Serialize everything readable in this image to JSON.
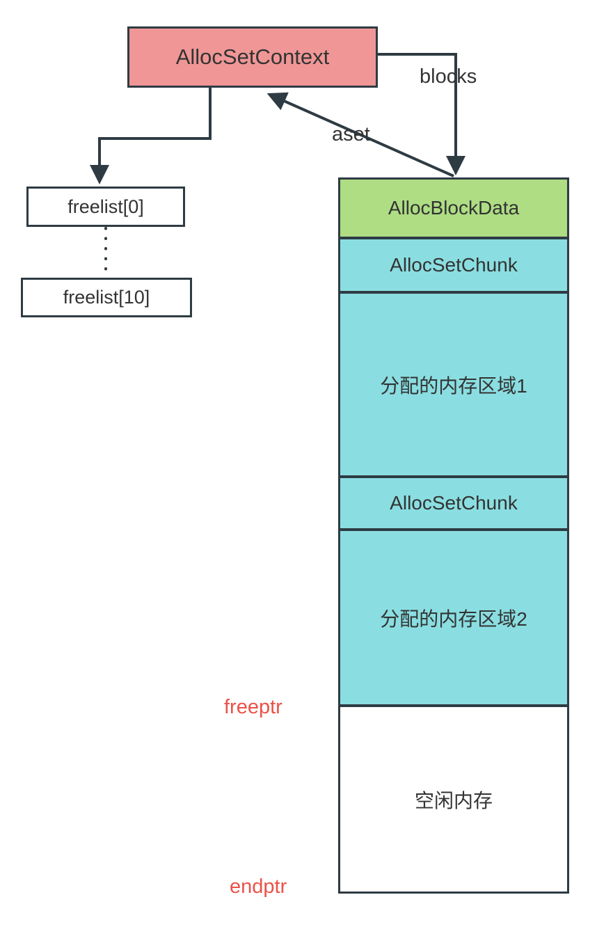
{
  "diagram": {
    "title": "AllocSetContext memory layout",
    "colors": {
      "context_fill": "#f09696",
      "block_header_fill": "#aedd84",
      "chunk_fill": "#8adee1",
      "free_fill": "#ffffff",
      "stroke": "#2e3b43",
      "pointer_label": "#ea5248",
      "text": "#333333"
    }
  },
  "nodes": {
    "context": {
      "label": "AllocSetContext"
    },
    "freelist_first": {
      "label": "freelist[0]"
    },
    "freelist_last": {
      "label": "freelist[10]"
    }
  },
  "edges": {
    "blocks": {
      "label": "blocks"
    },
    "aset": {
      "label": "aset"
    }
  },
  "memory_block": {
    "sections": [
      {
        "label": "AllocBlockData",
        "fill": "green"
      },
      {
        "label": "AllocSetChunk",
        "fill": "cyan"
      },
      {
        "label": "分配的内存区域1",
        "fill": "cyan"
      },
      {
        "label": "AllocSetChunk",
        "fill": "cyan"
      },
      {
        "label": "分配的内存区域2",
        "fill": "cyan"
      },
      {
        "label": "空闲内存",
        "fill": "white"
      }
    ]
  },
  "pointers": {
    "freeptr": {
      "label": "freeptr"
    },
    "endptr": {
      "label": "endptr"
    }
  }
}
